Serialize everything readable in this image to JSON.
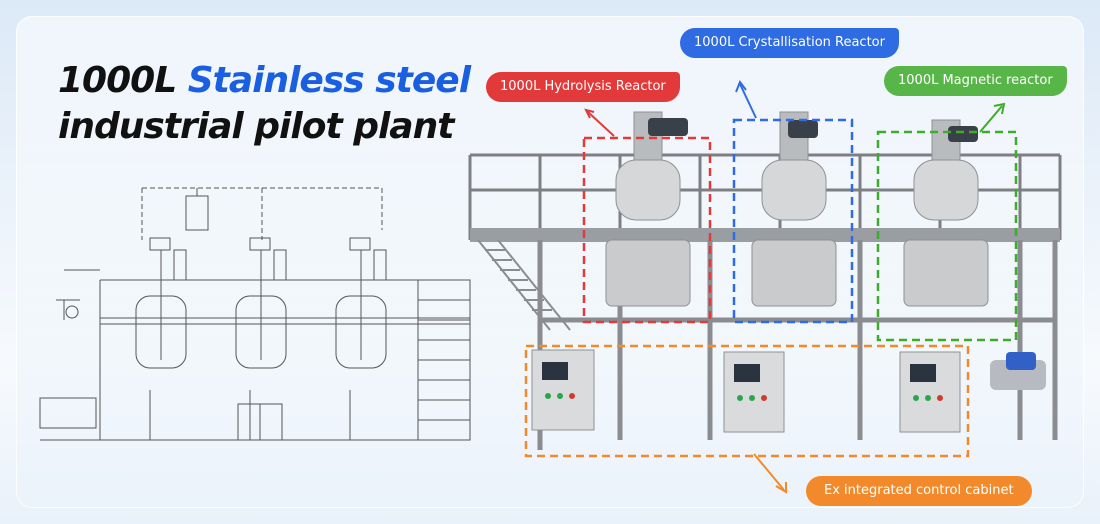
{
  "title": {
    "line1_prefix": "1000L",
    "line1_highlight": "Stainless steel",
    "line2": "industrial pilot plant"
  },
  "callouts": {
    "hydrolysis": "1000L Hydrolysis Reactor",
    "crystallisation": "1000L Crystallisation Reactor",
    "magnetic": "1000L Magnetic reactor",
    "cabinet": "Ex integrated control cabinet"
  },
  "colors": {
    "accent_blue": "#1a5fe0",
    "red": "#e23a3a",
    "blue": "#2f6be3",
    "green": "#58b548",
    "orange": "#f28a2b"
  }
}
